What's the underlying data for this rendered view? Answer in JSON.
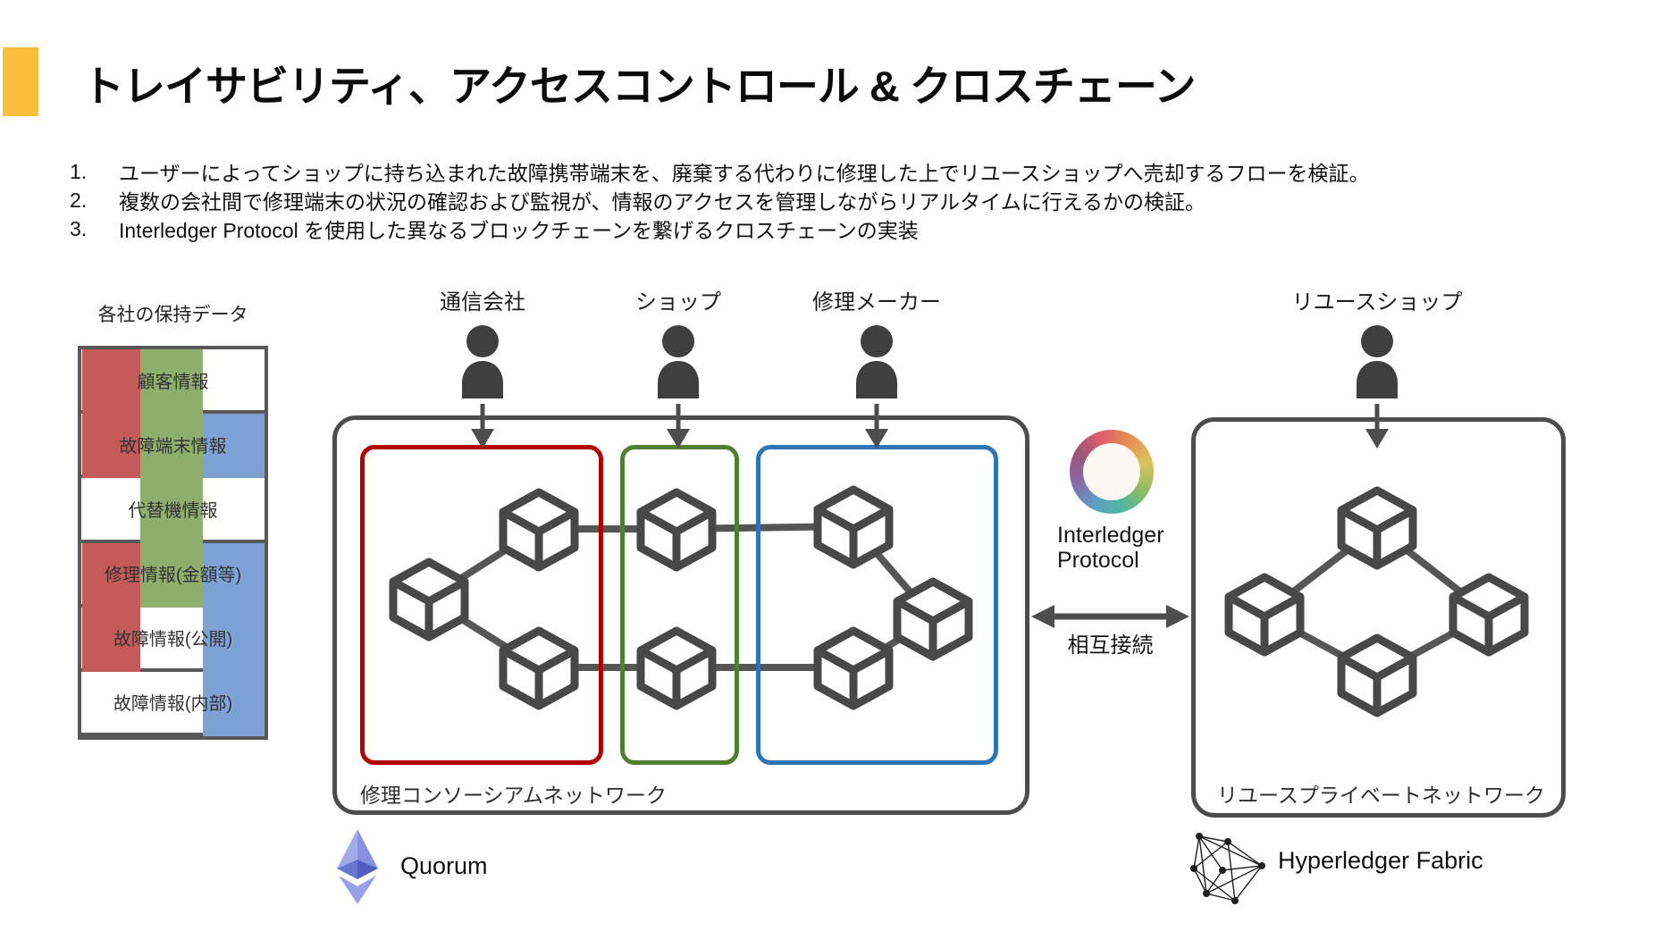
{
  "slide": {
    "title": "トレイサビリティ、アクセスコントロール & クロスチェーン",
    "accent_color": "#FBBD3C"
  },
  "objectives": [
    {
      "num": "1.",
      "text": "ユーザーによってショップに持ち込まれた故障携帯端末を、廃棄する代わりに修理した上でリユースショップへ売却するフローを検証。"
    },
    {
      "num": "2.",
      "text": "複数の会社間で修理端末の状況の確認および監視が、情報のアクセスを管理しながらリアルタイムに行えるかの検証。"
    },
    {
      "num": "3.",
      "text": "Interledger Protocol を使用した異なるブロックチェーンを繋げるクロスチェーンの実装"
    }
  ],
  "data_table": {
    "caption": "各社の保持データ",
    "strip_colors": {
      "red": "#C45B59",
      "green": "#8DAE6D",
      "blue": "#7EA2D3"
    },
    "rows": [
      {
        "label": "顧客情報",
        "red": true,
        "green": true,
        "blue": false
      },
      {
        "label": "故障端末情報",
        "red": true,
        "green": true,
        "blue": true
      },
      {
        "label": "代替機情報",
        "red": false,
        "green": true,
        "blue": false
      },
      {
        "label": "修理情報(金額等)",
        "red": true,
        "green": true,
        "blue": true
      },
      {
        "label": "故障情報(公開)",
        "red": true,
        "green": false,
        "blue": true
      },
      {
        "label": "故障情報(内部)",
        "red": false,
        "green": false,
        "blue": true
      }
    ]
  },
  "actors": [
    {
      "label": "通信会社",
      "zone_color": "#B20000"
    },
    {
      "label": "ショップ",
      "zone_color": "#527F2F"
    },
    {
      "label": "修理メーカー",
      "zone_color": "#2E75B6"
    },
    {
      "label": "リユースショップ",
      "zone_color": null
    }
  ],
  "networks": {
    "consortium": {
      "label": "修理コンソーシアムネットワーク",
      "platform": "Quorum",
      "node_count": 8
    },
    "reuse": {
      "label": "リユースプライベートネットワーク",
      "platform": "Hyperledger Fabric",
      "node_count": 4
    }
  },
  "interconnect": {
    "protocol_name": "Interledger Protocol",
    "label": "相互接続"
  },
  "diagram_colors": {
    "outline": "#4D4D4D",
    "node": "#484848",
    "link": "#565656",
    "person": "#3F3F3F"
  }
}
